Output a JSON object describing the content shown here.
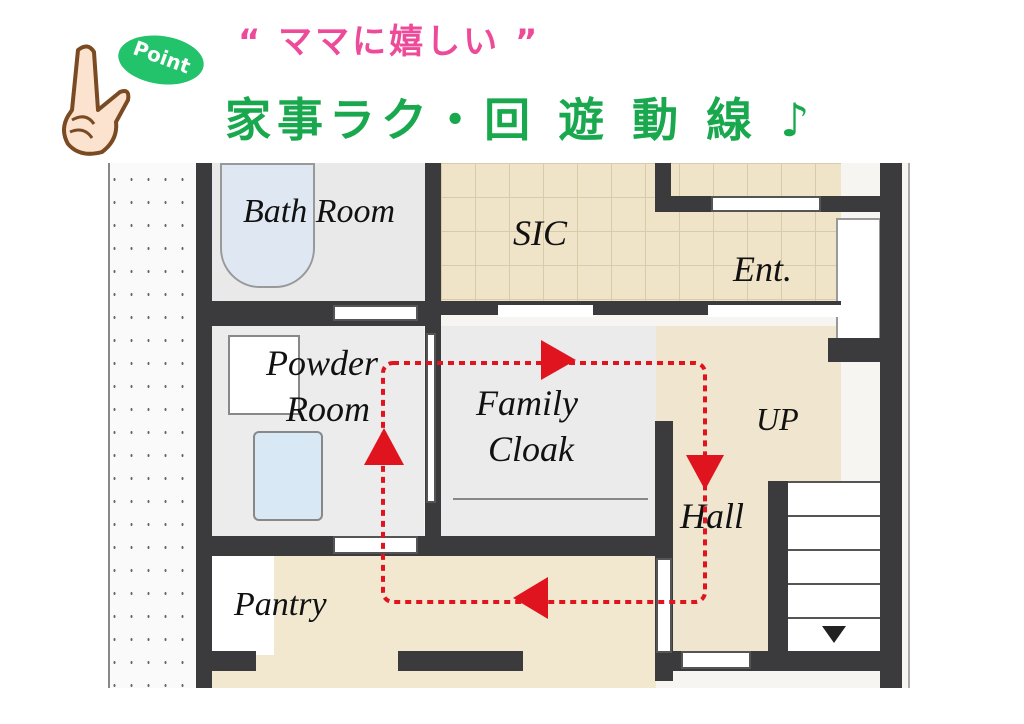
{
  "header": {
    "subtitle": "“ ママに嬉しい ”",
    "title": "家事ラク・回 遊 動 線 ♪",
    "point_badge": "Point",
    "colors": {
      "subtitle": "#ee4a9a",
      "title": "#19a84e",
      "badge": "#22c36a"
    }
  },
  "floor_plan": {
    "rooms": {
      "bath_room": "Bath Room",
      "sic": "SIC",
      "entrance": "Ent.",
      "powder_room_line1": "Powder",
      "powder_room_line2": "Room",
      "family_cloak_line1": "Family",
      "family_cloak_line2": "Cloak",
      "stairs_up": "UP",
      "hall": "Hall",
      "pantry": "Pantry"
    },
    "circulation_path": {
      "color": "#e0141e",
      "direction": "clockwise"
    }
  }
}
